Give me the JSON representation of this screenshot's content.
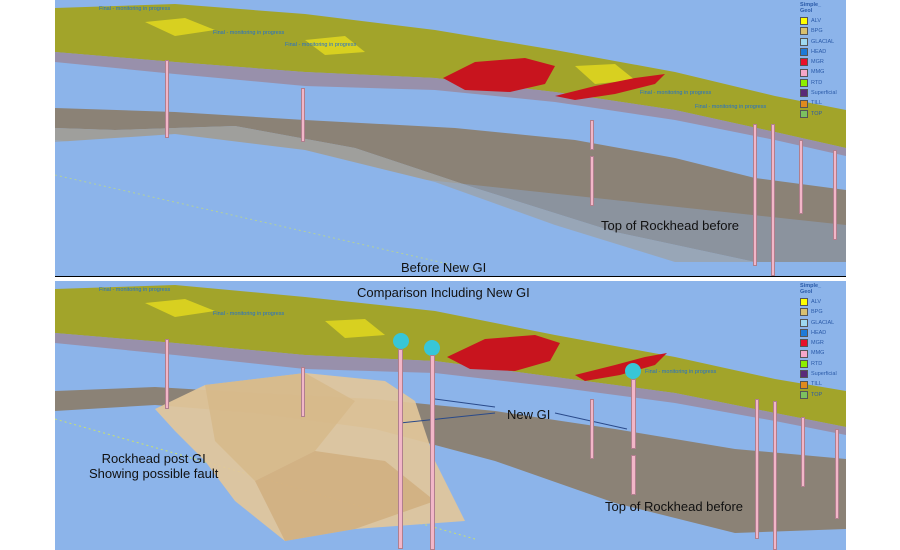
{
  "top_panel": {
    "caption_center": "Before New GI",
    "caption_right": "Top of Rockhead before",
    "scene_labels": [
      "Final - monitoring in progress",
      "Final - monitoring in progress",
      "Final - monitoring in progress",
      "Final - monitoring in progress",
      "Final - monitoring in progress"
    ]
  },
  "bottom_panel": {
    "caption_title": "Comparison Including New GI",
    "caption_new_gi": "New GI",
    "caption_left_line1": "Rockhead post GI",
    "caption_left_line2": "Showing possible fault",
    "caption_right": "Top of Rockhead before",
    "scene_labels": [
      "Final - monitoring in progress",
      "Final - monitoring in progress",
      "Final - monitoring in progress"
    ]
  },
  "legend": {
    "title_line1": "Simple_",
    "title_line2": "Geol",
    "items": [
      {
        "label": "ALV",
        "color": "#ffff00"
      },
      {
        "label": "BPG",
        "color": "#d8c070"
      },
      {
        "label": "GLACIAL",
        "color": "#9ed8f0"
      },
      {
        "label": "HEAD",
        "color": "#1e7ad8"
      },
      {
        "label": "MGR",
        "color": "#e8102a"
      },
      {
        "label": "MMG",
        "color": "#f4a6c8"
      },
      {
        "label": "RTD",
        "color": "#8cf000"
      },
      {
        "label": "Superficial",
        "color": "#5a2a78"
      },
      {
        "label": "TILL",
        "color": "#e08a1e"
      },
      {
        "label": "TOP",
        "color": "#7cc060"
      }
    ]
  }
}
